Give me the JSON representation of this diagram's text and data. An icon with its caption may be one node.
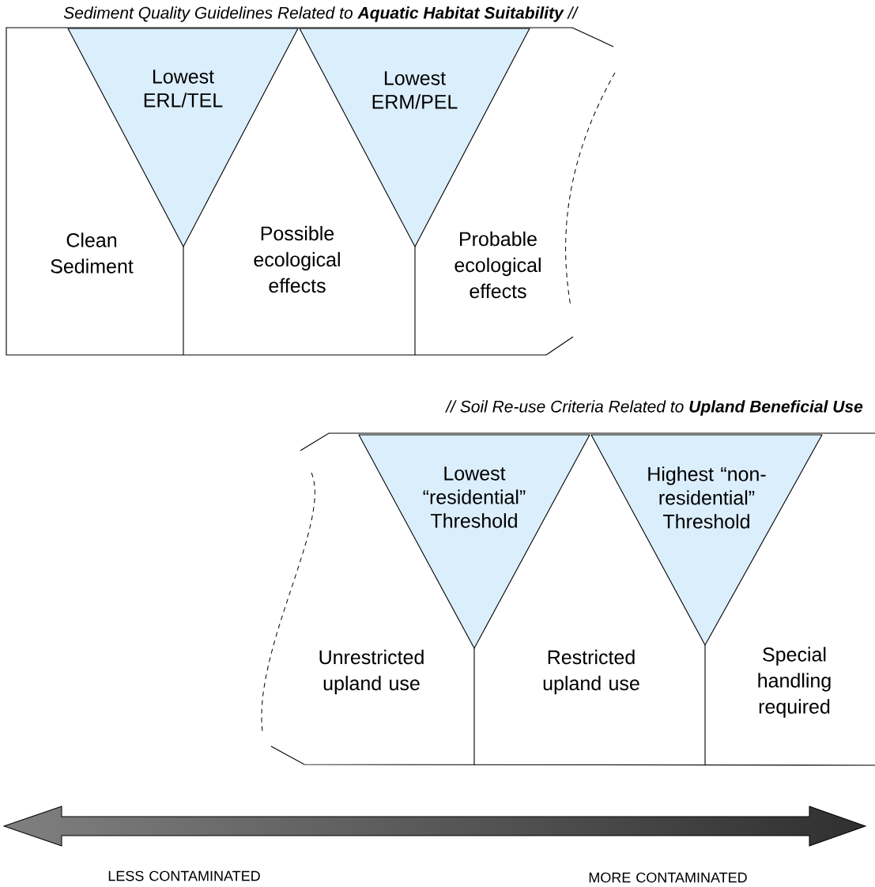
{
  "diagram": {
    "nodes": [
      {
        "text": [
          "Sediment Quality Guidelines Related to **Aquatic Habitat Suitability** //"
        ]
      },
      {
        "text": [
          "Lowest ERL/TEL"
        ],
        "in": 0
      },
      {
        "text": [
          "Lowest ERM/PEL"
        ],
        "in": 0
      },
      {
        "text": [
          "// Soil Re-use Criteria Related to **Upland Beneficial Use**"
        ]
      },
      {
        "text": [
          "Lowest “residential” Threshold"
        ],
        "in": 3
      },
      {
        "text": [
          "Highest “non-residential” Threshold"
        ],
        "in": 3
      }
    ],
    "labels": [
      "Clean Sediment",
      "Possible ecological effects",
      "Probable ecological effects",
      "Unrestricted upland use",
      "Restricted upland use",
      "Special handling required",
      "LESS CONTAMINATED",
      "MORE CONTAMINATED"
    ]
  }
}
